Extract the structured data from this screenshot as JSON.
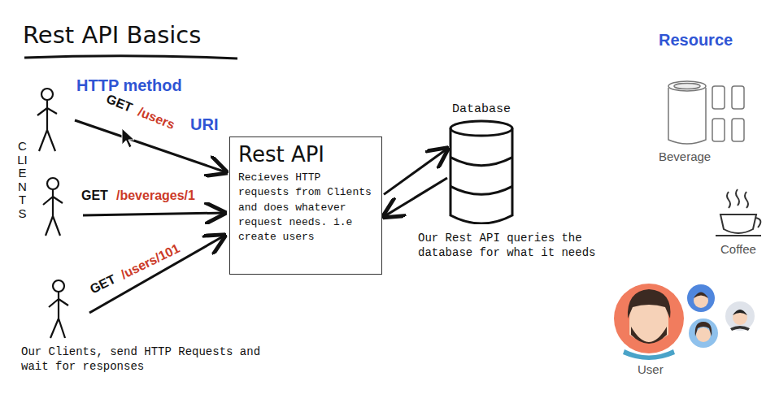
{
  "diagram": {
    "title": "Rest API Basics",
    "nodes": [
      {
        "text": [
          "Rest API",
          "Recieves HTTP requests from Clients and does whatever request needs. i.e create users"
        ]
      },
      {
        "text": [
          "Database"
        ]
      }
    ],
    "edges": [
      {
        "from": 0,
        "to": 1,
        "arrow": "to"
      },
      {
        "from": 1,
        "to": 0,
        "arrow": "to"
      }
    ],
    "labels": [
      "HTTP method",
      "URI",
      "GET",
      "/users",
      "GET",
      "/beverages/1",
      "GET",
      "/users/101",
      "CLIENTS",
      "Our Clients, send HTTP Requests and wait for responses",
      "Our Rest API queries the database for what it needs",
      "Resource",
      "Beverage",
      "Coffee",
      "User"
    ]
  }
}
